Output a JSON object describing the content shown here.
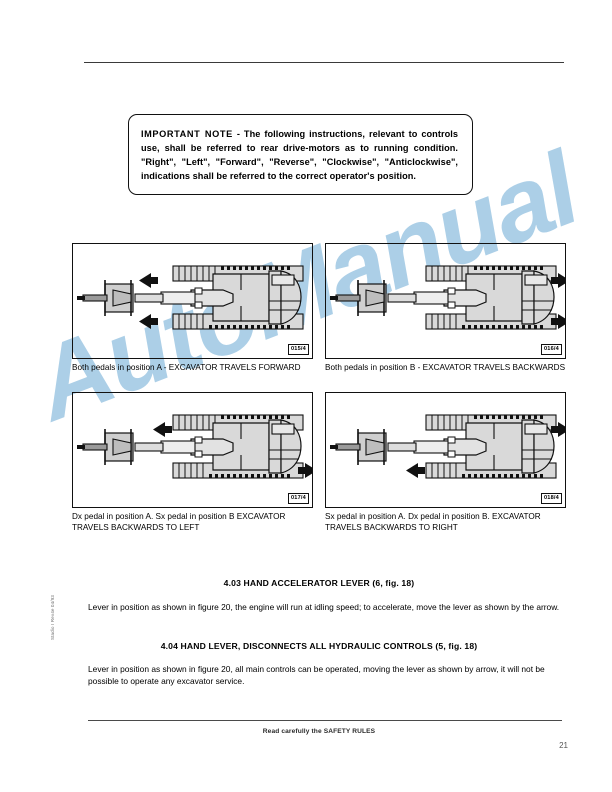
{
  "document": {
    "page_number": "21",
    "footer_note": "Read carefully the SAFETY RULES",
    "side_code": "Stadio I Rev4e 04/93",
    "watermark": "AutoManual",
    "watermark_color": "#a8cde6"
  },
  "note": {
    "lead": "IMPORTANT NOTE",
    "body": " - The following instructions, relevant to controls use, shall be referred to rear drive-motors as to running condition. \"Right\", \"Left\", \"Forward\", \"Reverse\", \"Clockwise\", \"Anticlockwise\", indications shall be referred to the correct operator's position."
  },
  "figures": [
    {
      "code": "015/4",
      "caption": "Both pedals in position A -  EXCAVATOR TRAVELS FORWARD",
      "top_arrow": "left",
      "bottom_arrow": "left",
      "orientation": "boom-left"
    },
    {
      "code": "016/4",
      "caption": "Both pedals in position B - EXCAVATOR TRAVELS BACKWARDS",
      "top_arrow": "right",
      "bottom_arrow": "right",
      "orientation": "boom-left"
    },
    {
      "code": "017/4",
      "caption": "Dx pedal in position A. Sx pedal in position B EXCAVATOR TRAVELS BACKWARDS TO LEFT",
      "top_arrow": "left",
      "bottom_arrow": "right",
      "orientation": "boom-left"
    },
    {
      "code": "018/4",
      "caption": "Sx pedal in position A.  Dx pedal in position B. EXCAVATOR TRAVELS BACKWARDS TO RIGHT",
      "top_arrow": "right",
      "bottom_arrow": "left",
      "orientation": "boom-left"
    }
  ],
  "sections": [
    {
      "heading": "4.03 HAND ACCELERATOR LEVER  (6, fig. 18)",
      "body": "Lever in position as shown in  figure  20, the engine will run at idling speed; to accelerate, move the lever as shown by the arrow."
    },
    {
      "heading": "4.04 HAND LEVER, DISCONNECTS ALL HYDRAULIC CONTROLS (5, fig. 18)",
      "body": "Lever in position as shown in figure 20, all main controls can be operated, moving the lever as shown by arrow, it will not be possible to operate any excavator service."
    }
  ]
}
